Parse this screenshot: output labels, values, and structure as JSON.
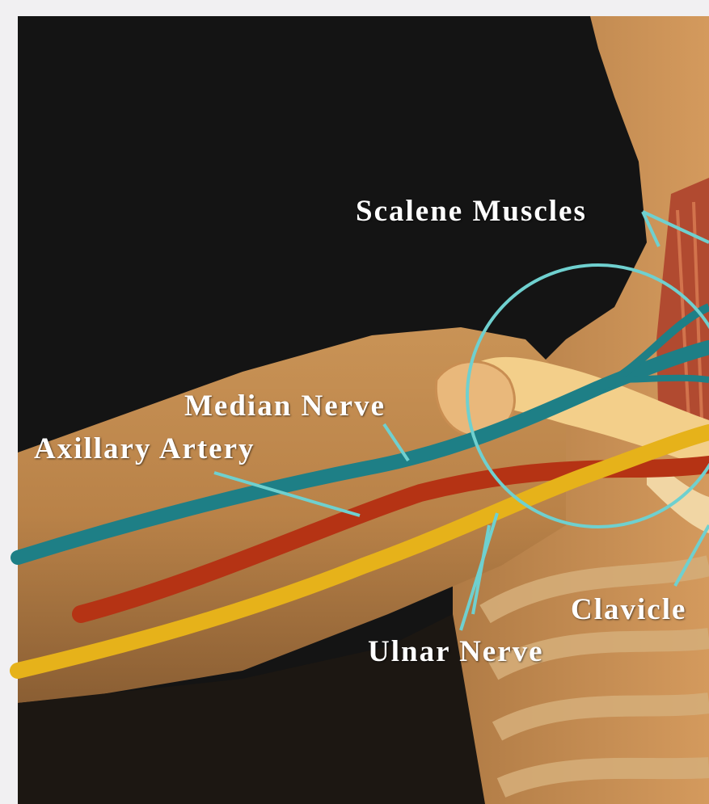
{
  "labels": {
    "scalene_muscles": "Scalene Muscles",
    "median_nerve": "Median Nerve",
    "axillary_artery": "Axillary Artery",
    "clavicle": "Clavicle",
    "ulnar_nerve": "Ulnar Nerve"
  },
  "colors": {
    "page_border": "#f1f0f2",
    "background": "#141414",
    "skin": "#c9955a",
    "bone": "#f3cf8a",
    "nerve_median": "#1e7f86",
    "artery": "#b53314",
    "nerve_ulnar": "#e6b21a",
    "muscle": "#b14a30",
    "leader_line": "#6fd0cf"
  }
}
